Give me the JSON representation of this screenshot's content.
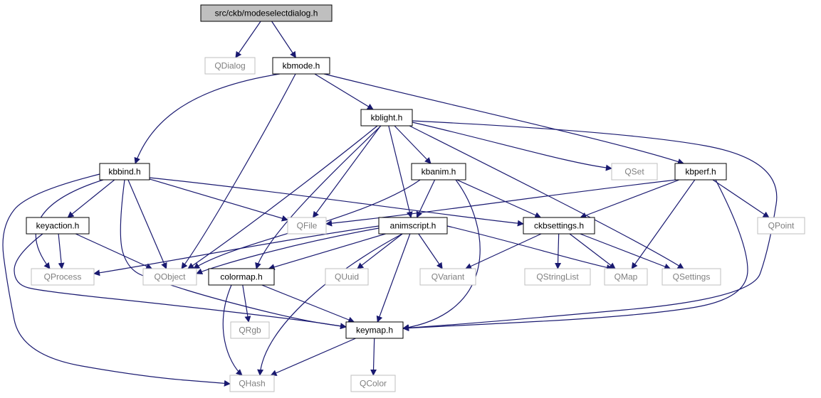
{
  "diagram": {
    "colors": {
      "edge": "#191970",
      "root_fill": "#bfbfbf",
      "node_border": "#000000",
      "external_border": "#bfbfbf",
      "external_text": "#7f7f7f"
    },
    "nodes": [
      {
        "id": "modeselectdialog",
        "label": "src/ckb/modeselectdialog.h",
        "kind": "root"
      },
      {
        "id": "QDialog",
        "label": "QDialog",
        "kind": "external"
      },
      {
        "id": "kbmode",
        "label": "kbmode.h",
        "kind": "internal"
      },
      {
        "id": "kblight",
        "label": "kblight.h",
        "kind": "internal"
      },
      {
        "id": "kbbind",
        "label": "kbbind.h",
        "kind": "internal"
      },
      {
        "id": "kbanim",
        "label": "kbanim.h",
        "kind": "internal"
      },
      {
        "id": "QSet",
        "label": "QSet",
        "kind": "external"
      },
      {
        "id": "kbperf",
        "label": "kbperf.h",
        "kind": "internal"
      },
      {
        "id": "keyaction",
        "label": "keyaction.h",
        "kind": "internal"
      },
      {
        "id": "QFile",
        "label": "QFile",
        "kind": "external"
      },
      {
        "id": "animscript",
        "label": "animscript.h",
        "kind": "internal"
      },
      {
        "id": "ckbsettings",
        "label": "ckbsettings.h",
        "kind": "internal"
      },
      {
        "id": "QPoint",
        "label": "QPoint",
        "kind": "external"
      },
      {
        "id": "QProcess",
        "label": "QProcess",
        "kind": "external"
      },
      {
        "id": "QObject",
        "label": "QObject",
        "kind": "external"
      },
      {
        "id": "colormap",
        "label": "colormap.h",
        "kind": "internal"
      },
      {
        "id": "QUuid",
        "label": "QUuid",
        "kind": "external"
      },
      {
        "id": "QVariant",
        "label": "QVariant",
        "kind": "external"
      },
      {
        "id": "QStringList",
        "label": "QStringList",
        "kind": "external"
      },
      {
        "id": "QMap",
        "label": "QMap",
        "kind": "external"
      },
      {
        "id": "QSettings",
        "label": "QSettings",
        "kind": "external"
      },
      {
        "id": "QRgb",
        "label": "QRgb",
        "kind": "external"
      },
      {
        "id": "keymap",
        "label": "keymap.h",
        "kind": "internal"
      },
      {
        "id": "QHash",
        "label": "QHash",
        "kind": "external"
      },
      {
        "id": "QColor",
        "label": "QColor",
        "kind": "external"
      }
    ],
    "edges": [
      [
        "modeselectdialog",
        "QDialog"
      ],
      [
        "modeselectdialog",
        "kbmode"
      ],
      [
        "kbmode",
        "kblight"
      ],
      [
        "kbmode",
        "kbbind"
      ],
      [
        "kbmode",
        "QObject"
      ],
      [
        "kbmode",
        "kbperf"
      ],
      [
        "kblight",
        "kbanim"
      ],
      [
        "kblight",
        "QSet"
      ],
      [
        "kblight",
        "QFile"
      ],
      [
        "kblight",
        "QObject"
      ],
      [
        "kblight",
        "animscript"
      ],
      [
        "kblight",
        "colormap"
      ],
      [
        "kblight",
        "QSettings"
      ],
      [
        "kblight",
        "keymap"
      ],
      [
        "kbbind",
        "keyaction"
      ],
      [
        "kbbind",
        "QProcess"
      ],
      [
        "kbbind",
        "QObject"
      ],
      [
        "kbbind",
        "QFile"
      ],
      [
        "kbbind",
        "ckbsettings"
      ],
      [
        "kbbind",
        "keymap"
      ],
      [
        "kbbind",
        "QHash"
      ],
      [
        "kbanim",
        "animscript"
      ],
      [
        "kbanim",
        "ckbsettings"
      ],
      [
        "kbanim",
        "QObject"
      ],
      [
        "kbanim",
        "keymap"
      ],
      [
        "kbperf",
        "QFile"
      ],
      [
        "kbperf",
        "ckbsettings"
      ],
      [
        "kbperf",
        "QPoint"
      ],
      [
        "kbperf",
        "QMap"
      ],
      [
        "kbperf",
        "keymap"
      ],
      [
        "keyaction",
        "QProcess"
      ],
      [
        "keyaction",
        "QObject"
      ],
      [
        "keyaction",
        "keymap"
      ],
      [
        "animscript",
        "QProcess"
      ],
      [
        "animscript",
        "QObject"
      ],
      [
        "animscript",
        "colormap"
      ],
      [
        "animscript",
        "QUuid"
      ],
      [
        "animscript",
        "QVariant"
      ],
      [
        "animscript",
        "QMap"
      ],
      [
        "animscript",
        "keymap"
      ],
      [
        "animscript",
        "QHash"
      ],
      [
        "ckbsettings",
        "QVariant"
      ],
      [
        "ckbsettings",
        "QStringList"
      ],
      [
        "ckbsettings",
        "QMap"
      ],
      [
        "ckbsettings",
        "QSettings"
      ],
      [
        "colormap",
        "QRgb"
      ],
      [
        "colormap",
        "keymap"
      ],
      [
        "colormap",
        "QHash"
      ],
      [
        "keymap",
        "QHash"
      ],
      [
        "keymap",
        "QColor"
      ]
    ]
  }
}
